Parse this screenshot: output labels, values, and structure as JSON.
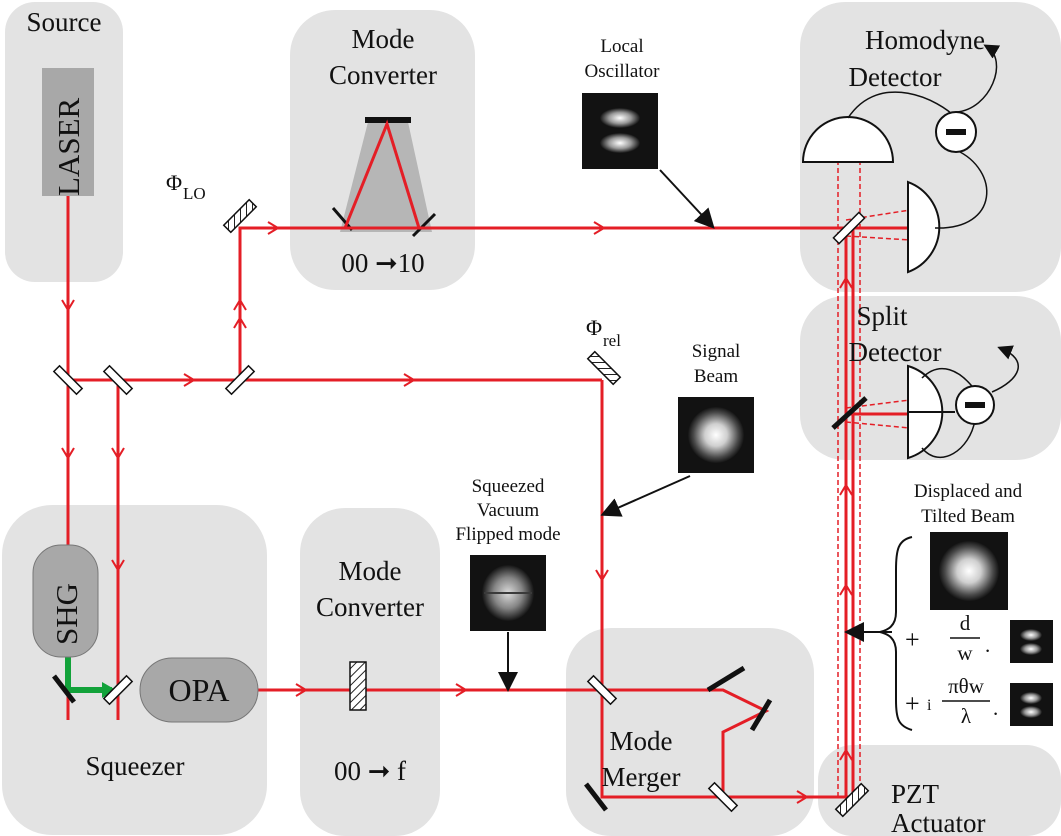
{
  "modules": {
    "source": "Source",
    "laser": "LASER",
    "mode_converter_top_1": "Mode",
    "mode_converter_top_2": "Converter",
    "mode_converter_top_eq": "00 ➞10",
    "homodyne_1": "Homodyne",
    "homodyne_2": "Detector",
    "split_1": "Split",
    "split_2": "Detector",
    "squeezer": "Squeezer",
    "shg": "SHG",
    "opa": "OPA",
    "mode_converter_bot_1": "Mode",
    "mode_converter_bot_2": "Converter",
    "mode_converter_bot_eq": "00 ➞ f",
    "mode_merger_1": "Mode",
    "mode_merger_2": "Merger",
    "pzt_1": "PZT",
    "pzt_2": "Actuator"
  },
  "labels": {
    "phi": "Φ",
    "lo_sub": "LO",
    "rel_sub": "rel",
    "local_osc_1": "Local",
    "local_osc_2": "Oscillator",
    "signal_1": "Signal",
    "signal_2": "Beam",
    "squeezed_1": "Squeezed",
    "squeezed_2": "Vacuum",
    "squeezed_3": "Flipped mode",
    "displaced_1": "Displaced and",
    "displaced_2": "Tilted Beam",
    "minus": "−"
  },
  "equation": {
    "plus": "+",
    "d": "d",
    "w": "w",
    "dot": ".",
    "i": "i",
    "pi_theta_w": "πθw",
    "lambda": "λ"
  },
  "colors": {
    "beam": "#e41e26",
    "pump": "#12a23a",
    "module_bg": "#e3e3e3",
    "laser_box": "#a8a8a8",
    "converter_fill": "#b6b6b6"
  }
}
